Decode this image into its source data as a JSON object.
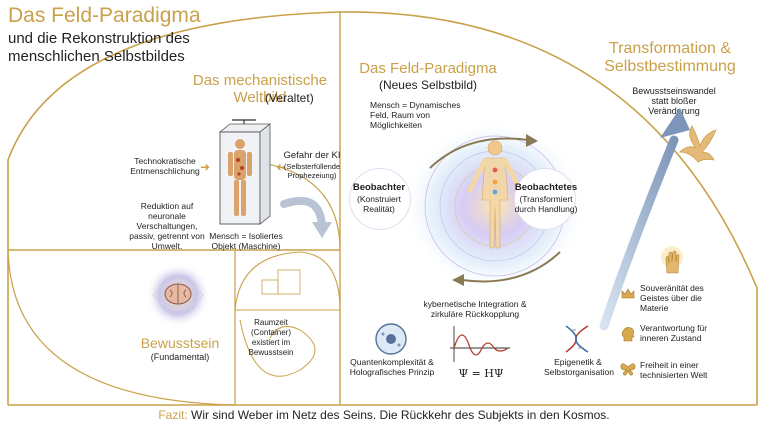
{
  "header": {
    "title": "Das Feld-Paradigma",
    "subtitle": "und die Rekonstruktion des menschlichen Selbstbildes"
  },
  "mechanistic": {
    "title": "Das mechanistische Weltbild",
    "qualifier": "(Veraltet)",
    "left_label": "Technokratische Entmenschlichung",
    "right_title": "Gefahr der KI",
    "right_sub": "(Selbsterfüllende Prophezeiung)",
    "reduction": "Reduktion auf neuronale Verschaltungen, passiv, getrennt von Umwelt.",
    "object_label": "Mensch = Isoliertes Objekt (Maschine)"
  },
  "consciousness": {
    "title": "Bewusstsein",
    "qualifier": "(Fundamental)",
    "spacetime": "Raumzeit (Container) existiert im Bewusstsein"
  },
  "field": {
    "title": "Das Feld-Paradigma",
    "qualifier": "(Neues Selbstbild)",
    "human_label": "Mensch = Dynamisches Feld, Raum von Möglichkeiten",
    "observer_title": "Beobachter",
    "observer_sub": "(Konstruiert Realität)",
    "observed_title": "Beobachtetes",
    "observed_sub": "(Transformiert durch Handlung)",
    "integration": "kybernetische Integration & zirkuläre Rückkopplung",
    "quantum": "Quantenkomplexität & Holografisches Prinzip",
    "equation": "Ψ = HΨ",
    "epigenetics": "Epigenetik & Selbstorganisation"
  },
  "transformation": {
    "title": "Transformation & Selbstbestimmung",
    "change": "Bewusstseinswandel statt bloßer Veränderung",
    "items": [
      {
        "label": "Souveränität des Geistes über die Materie",
        "icon": "crown-icon"
      },
      {
        "label": "Verantwortung für inneren Zustand",
        "icon": "head-icon"
      },
      {
        "label": "Freiheit in einer technisierten Welt",
        "icon": "butterfly-icon"
      }
    ]
  },
  "footer": {
    "label": "Fazit:",
    "text": "Wir sind Weber im Netz des Seins. Die Rückkehr des Subjekts in den Kosmos."
  },
  "colors": {
    "gold": "#c9a14a",
    "text": "#222222",
    "glow": "#8a6fd1"
  }
}
